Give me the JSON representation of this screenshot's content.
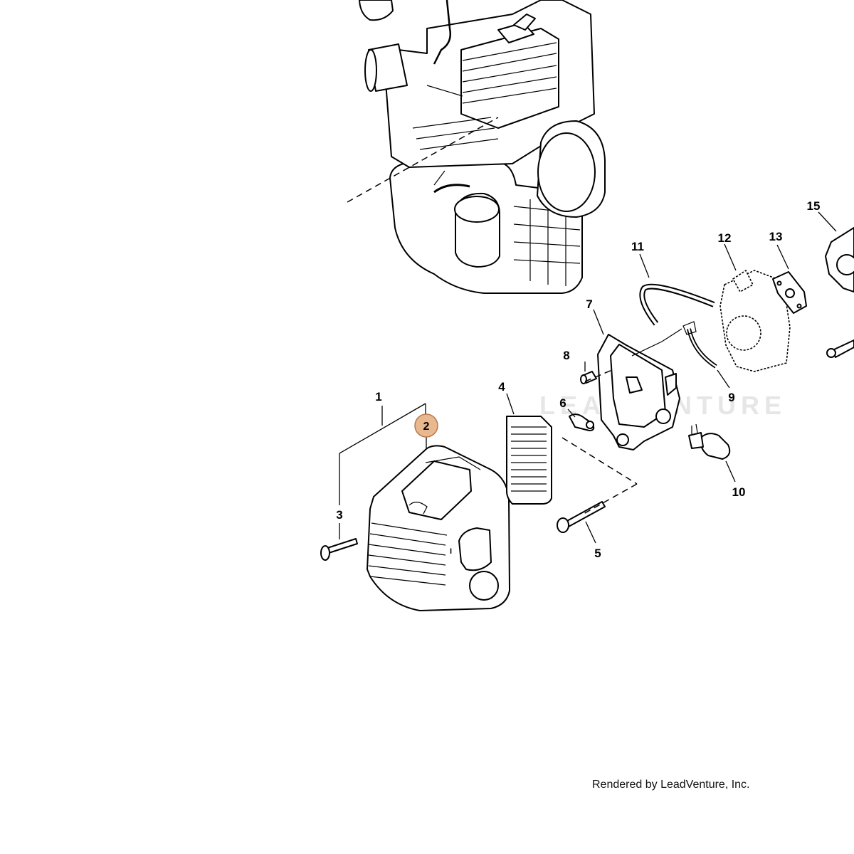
{
  "diagram": {
    "callouts": [
      {
        "id": "1",
        "label": "1"
      },
      {
        "id": "2",
        "label": "2",
        "highlighted": true
      },
      {
        "id": "3",
        "label": "3"
      },
      {
        "id": "4",
        "label": "4"
      },
      {
        "id": "5",
        "label": "5"
      },
      {
        "id": "6",
        "label": "6"
      },
      {
        "id": "7",
        "label": "7"
      },
      {
        "id": "8",
        "label": "8"
      },
      {
        "id": "9",
        "label": "9"
      },
      {
        "id": "10",
        "label": "10"
      },
      {
        "id": "11",
        "label": "11"
      },
      {
        "id": "12",
        "label": "12"
      },
      {
        "id": "13",
        "label": "13"
      },
      {
        "id": "15",
        "label": "15"
      }
    ],
    "highlight_color": "#e8b98f",
    "highlight_border": "#b8784a",
    "watermark_text": "LEADVENTURE"
  },
  "footer": {
    "credit": "Rendered by LeadVenture, Inc."
  }
}
